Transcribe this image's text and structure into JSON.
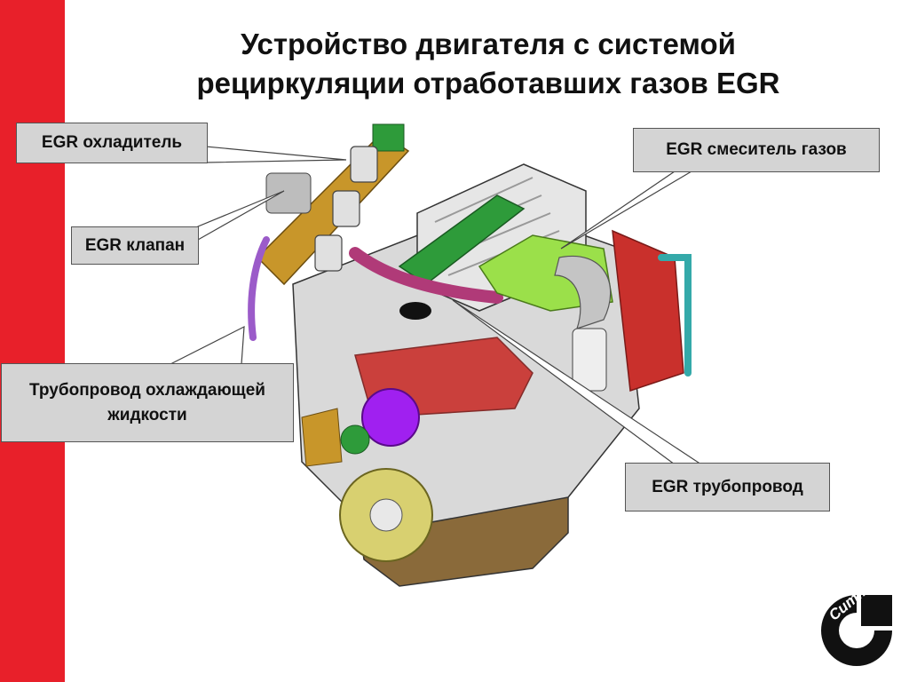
{
  "title": {
    "line1": "Устройство двигателя с системой",
    "line2": "рециркуляции отработавших газов EGR"
  },
  "callouts": {
    "egr_cooler": "EGR охладитель",
    "egr_mixer": "EGR смеситель газов",
    "egr_valve": "EGR клапан",
    "coolant_pipe_line1": "Трубопровод охлаждающей",
    "coolant_pipe_line2": "жидкости",
    "egr_pipe": "EGR трубопровод"
  },
  "logo": {
    "text": "Cummins"
  },
  "colors": {
    "side_bar": "#e8202a",
    "callout_bg": "#d4d4d4",
    "engine_block": "#d9d9d9",
    "egr_cooler": "#c8962a",
    "intake": "#2e9b3a",
    "egr_pipe": "#b03a78",
    "mixer": "#9be04a",
    "coolant_pipe": "#9b5bc9",
    "red_parts": "#c9302c",
    "pump": "#a020f0",
    "pulley": "#d8d070",
    "oil_pan": "#8a6a3a",
    "teal_pipe": "#34a9a9"
  }
}
